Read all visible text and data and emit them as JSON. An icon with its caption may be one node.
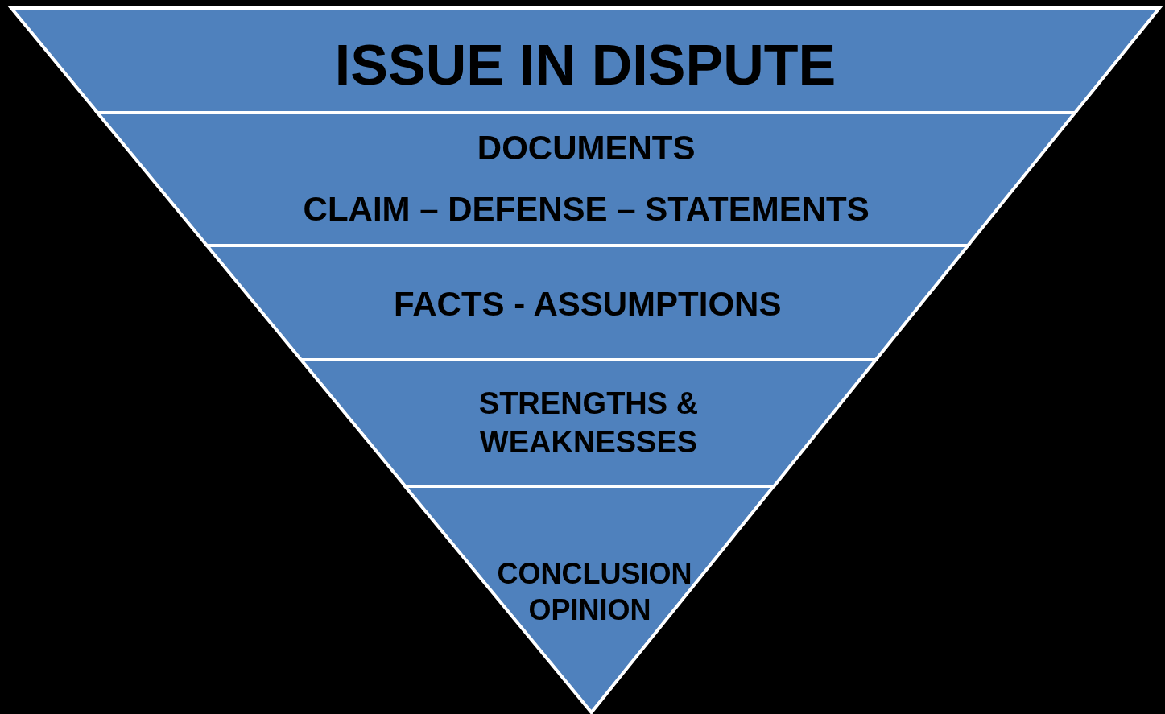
{
  "diagram": {
    "nodes": [
      {
        "text": [
          "ISSUE IN DISPUTE"
        ]
      },
      {
        "text": [
          "DOCUMENTS",
          "CLAIM – DEFENSE – STATEMENTS"
        ]
      },
      {
        "text": [
          "FACTS - ASSUMPTIONS"
        ]
      },
      {
        "text": [
          "STRENGTHS & WEAKNESSES"
        ]
      },
      {
        "text": [
          "CONCLUSION OPINION"
        ]
      }
    ],
    "edges": []
  }
}
